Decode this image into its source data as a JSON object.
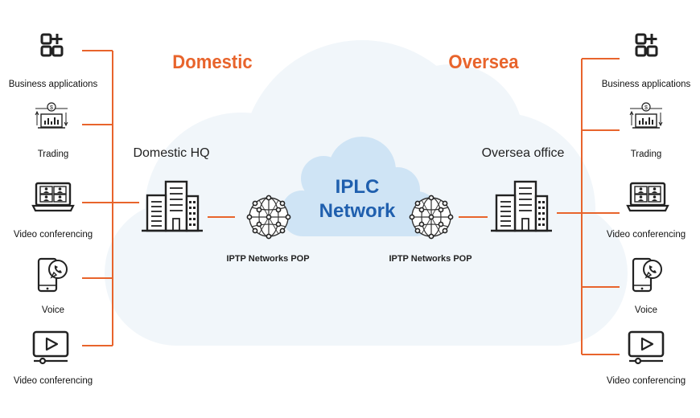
{
  "colors": {
    "accent": "#e8642c",
    "cloud_title": "#1f5fae",
    "cloud_inner": "#cfe4f5",
    "cloud_outer": "#f1f6fa",
    "icon": "#222222"
  },
  "domestic": {
    "heading": "Domestic",
    "site_label": "Domestic HQ",
    "pop_label": "IPTP Networks POP",
    "apps": [
      {
        "label": "Business applications",
        "icon": "apps-grid-icon"
      },
      {
        "label": "Trading",
        "icon": "trading-laptop-icon"
      },
      {
        "label": "Video conferencing",
        "icon": "video-call-laptop-icon"
      },
      {
        "label": "Voice",
        "icon": "phone-call-icon"
      },
      {
        "label": "Video conferencing",
        "icon": "video-play-icon"
      }
    ]
  },
  "oversea": {
    "heading": "Oversea",
    "site_label": "Oversea office",
    "pop_label": "IPTP Networks POP",
    "apps": [
      {
        "label": "Business applications",
        "icon": "apps-grid-icon"
      },
      {
        "label": "Trading",
        "icon": "trading-laptop-icon"
      },
      {
        "label": "Video conferencing",
        "icon": "video-call-laptop-icon"
      },
      {
        "label": "Voice",
        "icon": "phone-call-icon"
      },
      {
        "label": "Video conferencing",
        "icon": "video-play-icon"
      }
    ]
  },
  "network": {
    "title_line1": "IPLC",
    "title_line2": "Network"
  }
}
